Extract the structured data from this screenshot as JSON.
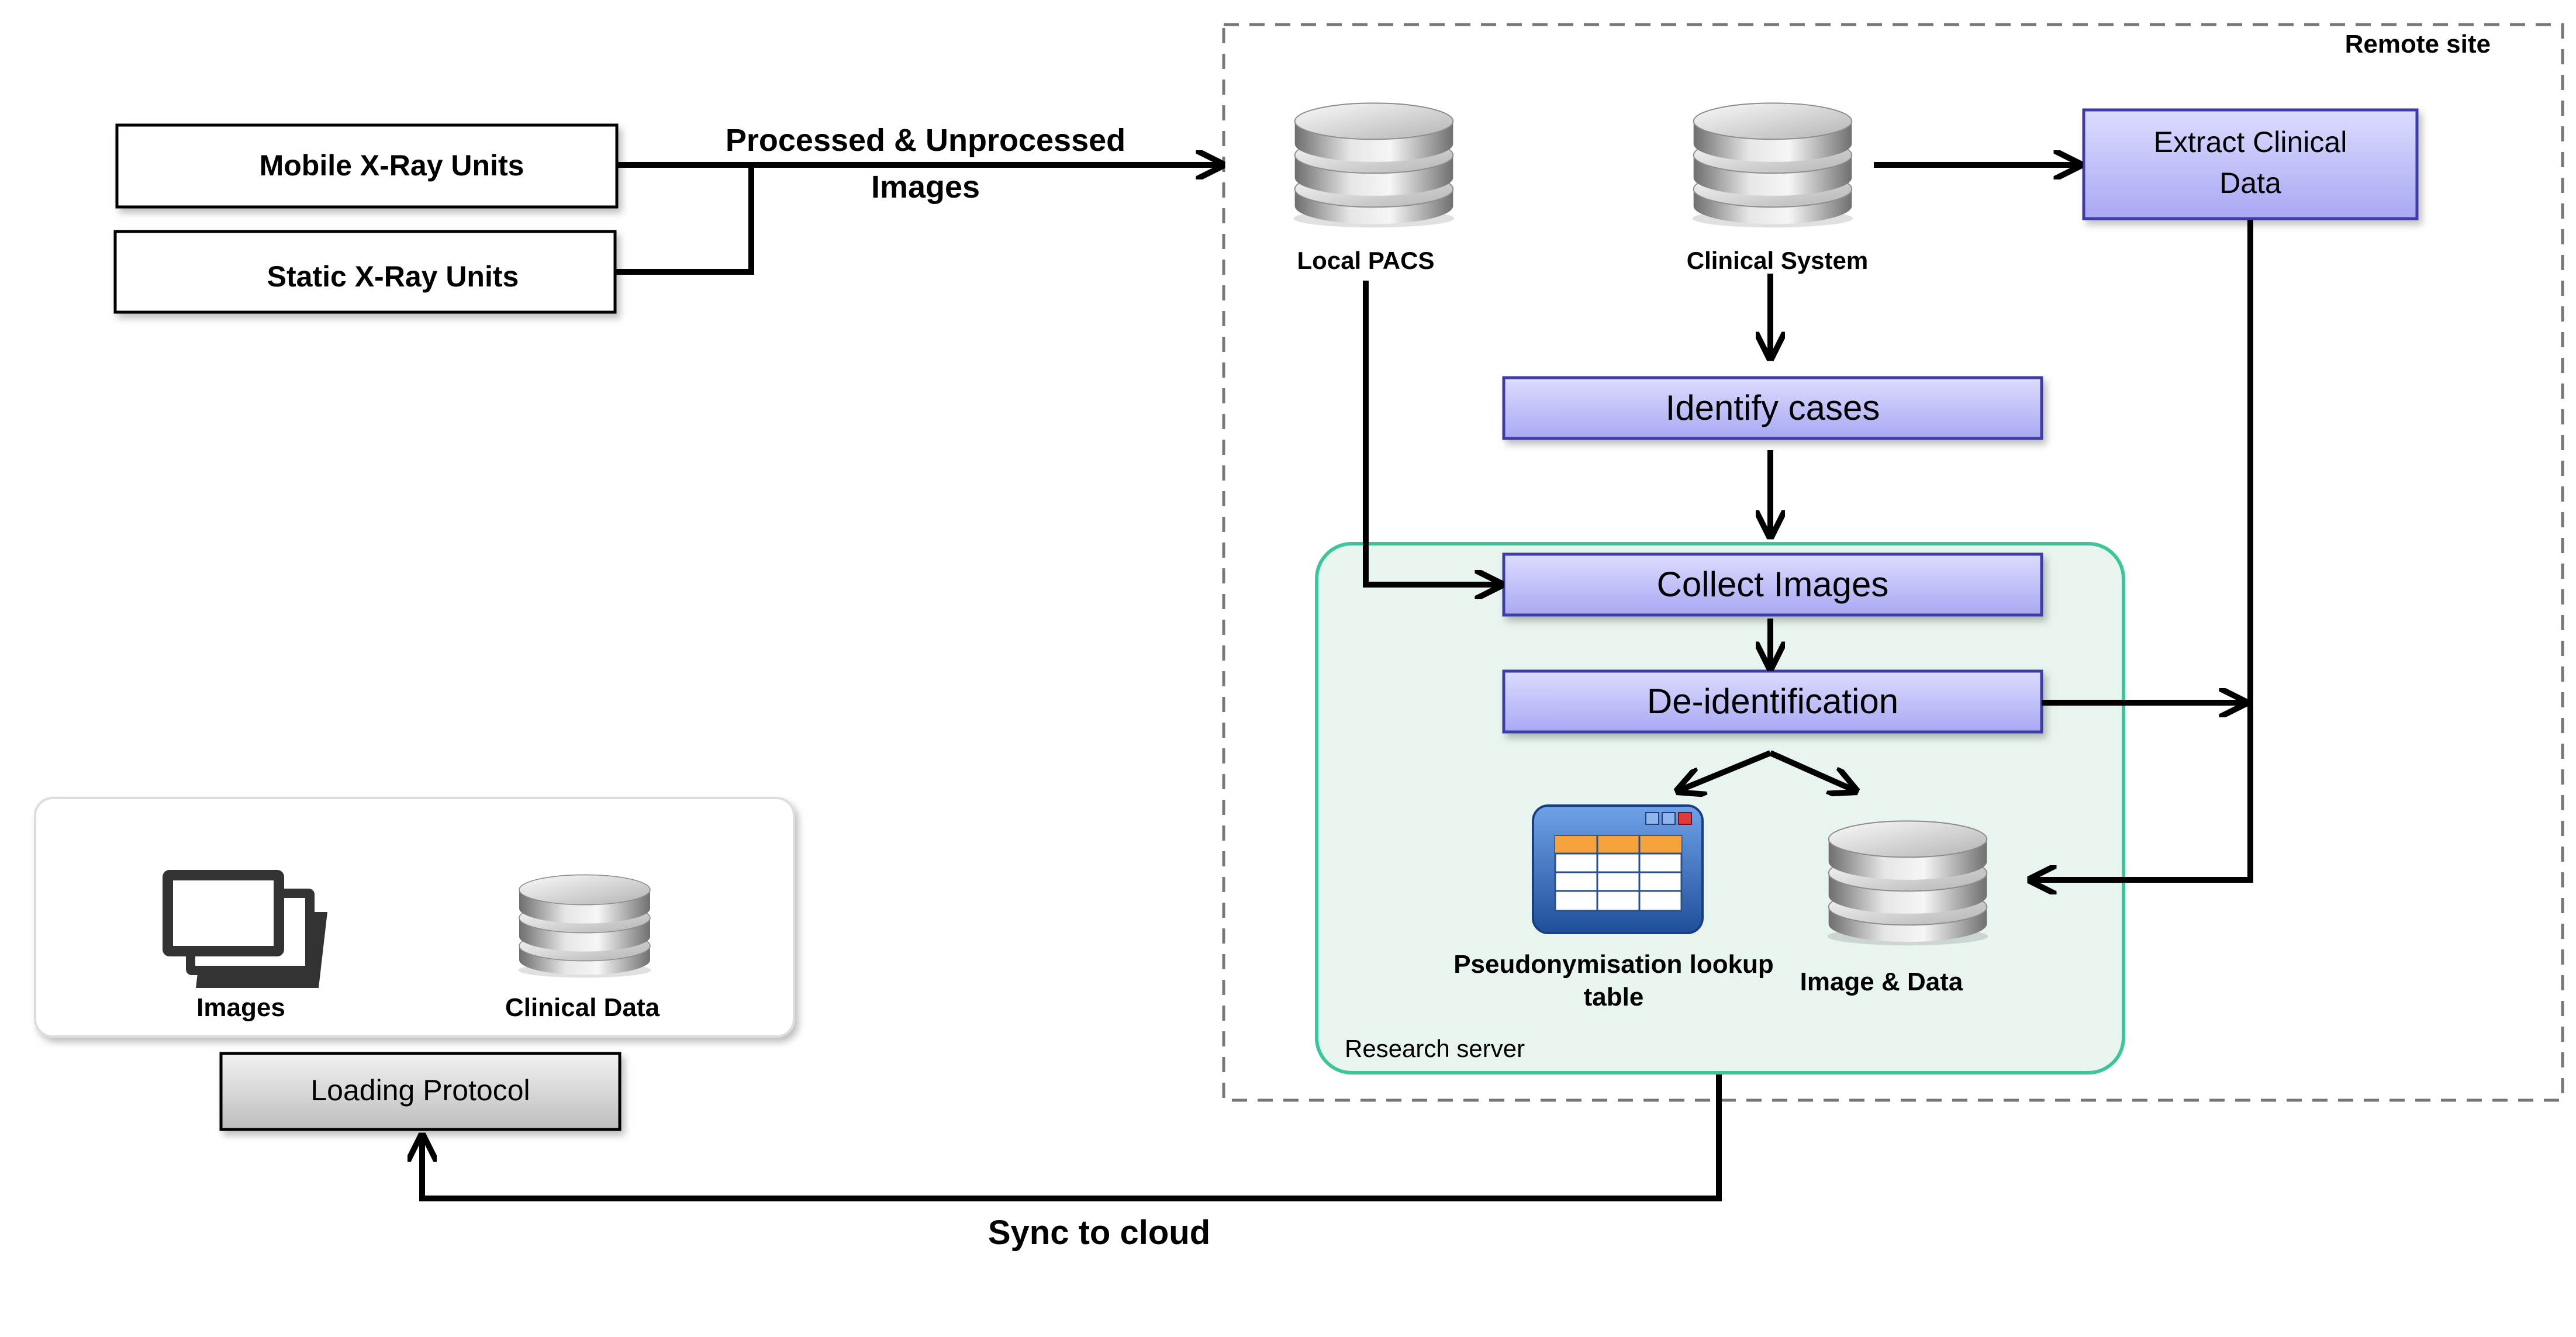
{
  "remote_site_label": "Remote site",
  "research_server_label": "Research server",
  "sources": {
    "mobile": "Mobile X-Ray Units",
    "static": "Static X-Ray Units"
  },
  "flow_label": {
    "line1": "Processed  & Unprocessed",
    "line2": "Images"
  },
  "databases": {
    "local_pacs": "Local PACS",
    "clinical_system": "Clinical System",
    "image_data": "Image & Data",
    "clinical_data": "Clinical Data"
  },
  "process": {
    "extract_line1": "Extract Clinical",
    "extract_line2": "Data",
    "identify": "Identify cases",
    "collect": "Collect Images",
    "deidentify": "De-identification"
  },
  "lookup_table": {
    "line1": "Pseudonymisation lookup",
    "line2": "table"
  },
  "cloud": {
    "images": "Images",
    "clinical_data": "Clinical Data",
    "loading_protocol": "Loading Protocol"
  },
  "sync_label": "Sync to cloud",
  "colors": {
    "process_fill_top": "#dcdcff",
    "process_fill_bottom": "#a8a8f4",
    "process_border": "#3c3ca8",
    "research_fill": "#e8f4ee",
    "research_border": "#3cc49a",
    "dashed_border": "#777777",
    "arrow": "#000000"
  }
}
